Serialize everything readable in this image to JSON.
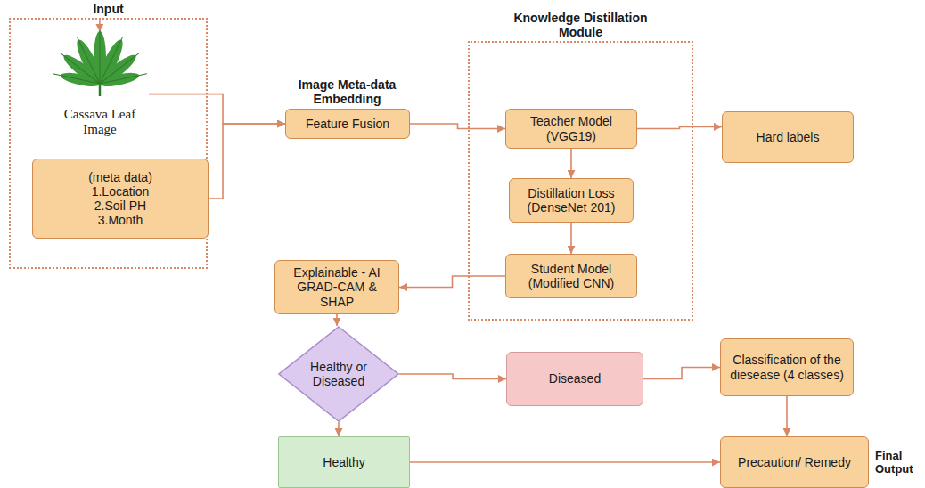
{
  "diagram": {
    "nodes": [
      {
        "text": [
          "Input"
        ]
      },
      {
        "text": [
          "Cassava Leaf Image"
        ],
        "in": 0
      },
      {
        "text": [
          "(meta data) 1.Location 2.Soil PH 3.Month"
        ],
        "in": 0
      },
      {
        "text": [
          "Image Meta-data Embedding",
          "Feature Fusion"
        ]
      },
      {
        "text": [
          "Knowledge Distillation Module"
        ]
      },
      {
        "text": [
          "Teacher Model (VGG19)"
        ],
        "in": 4
      },
      {
        "text": [
          "Distillation Loss (DenseNet 201)"
        ],
        "in": 4
      },
      {
        "text": [
          "Student Model (Modified CNN)"
        ],
        "in": 4
      },
      {
        "text": [
          "Hard labels"
        ]
      },
      {
        "text": [
          "Explainable - AI GRAD-CAM & SHAP"
        ]
      },
      {
        "text": [
          "Healthy or Diseased"
        ]
      },
      {
        "text": [
          "Diseased"
        ]
      },
      {
        "text": [
          "Classification of the diesease (4 classes)"
        ]
      },
      {
        "text": [
          "Healthy"
        ]
      },
      {
        "text": [
          "Precaution/ Remedy"
        ]
      }
    ],
    "edges": [
      {
        "from": 0,
        "to": 1,
        "arrow": "to"
      },
      {
        "from": 1,
        "to": 3,
        "arrow": "to"
      },
      {
        "from": 2,
        "to": 3,
        "arrow": "to"
      },
      {
        "from": 3,
        "to": 5,
        "arrow": "to"
      },
      {
        "from": 5,
        "to": 8,
        "arrow": "to"
      },
      {
        "from": 5,
        "to": 6,
        "arrow": "to"
      },
      {
        "from": 6,
        "to": 7,
        "arrow": "to"
      },
      {
        "from": 7,
        "to": 9,
        "arrow": "to"
      },
      {
        "from": 9,
        "to": 10,
        "arrow": "to"
      },
      {
        "from": 10,
        "to": 11,
        "arrow": "to"
      },
      {
        "from": 11,
        "to": 12,
        "arrow": "to"
      },
      {
        "from": 12,
        "to": 14,
        "arrow": "to"
      },
      {
        "from": 10,
        "to": 13,
        "arrow": "to"
      },
      {
        "from": 13,
        "to": 14,
        "arrow": "to"
      }
    ],
    "labels": [
      "Final Output"
    ]
  }
}
